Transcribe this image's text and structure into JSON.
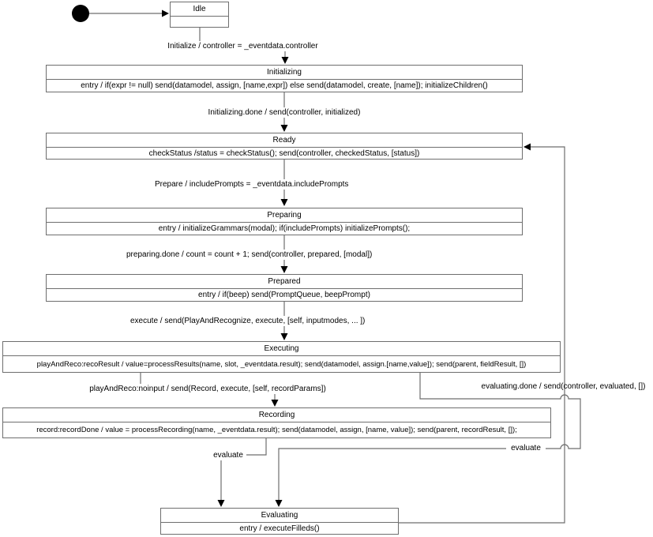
{
  "diagram_type": "uml-state-machine",
  "colors": {
    "background": "#ffffff",
    "line": "#6e6e6e",
    "arrow": "#000000",
    "text": "#000000"
  },
  "states": {
    "idle": {
      "title": "Idle",
      "body": ""
    },
    "initializing": {
      "title": "Initializing",
      "body": "entry / if(expr != null) send(datamodel, assign, [name,expr]) else send(datamodel, create, [name]); initializeChildren()"
    },
    "ready": {
      "title": "Ready",
      "body": "checkStatus /status = checkStatus(); send(controller, checkedStatus, [status])"
    },
    "preparing": {
      "title": "Preparing",
      "body": "entry / initializeGrammars(modal); if(includePrompts) initializePrompts();"
    },
    "prepared": {
      "title": "Prepared",
      "body": "entry / if(beep) send(PromptQueue, beepPrompt)"
    },
    "executing": {
      "title": "Executing",
      "body": "playAndReco:recoResult / value=processResults(name, slot, _eventdata.result); send(datamodel, assign.[name,value]); send(parent, fieldResult, [])"
    },
    "recording": {
      "title": "Recording",
      "body": "record:recordDone / value = processRecording(name, _eventdata.result); send(datamodel, assign, [name, value]); send(parent, recordResult, []);"
    },
    "evaluating": {
      "title": "Evaluating",
      "body": "entry / executeFilleds()"
    }
  },
  "transitions": {
    "initialize": "Initialize / controller = _eventdata.controller",
    "initializing_done": "Initializing.done / send(controller, initialized)",
    "prepare": "Prepare / includePrompts = _eventdata.includePrompts",
    "preparing_done": "preparing.done / count = count + 1; send(controller, prepared, [modal])",
    "execute": "execute / send(PlayAndRecognize, execute, [self, inputmodes, ... ])",
    "play_noinput": "playAndReco:noinput / send(Record, execute, [self, recordParams])",
    "evaluating_done": "evaluating.done / send(controller, evaluated, [])",
    "evaluate_left": "evaluate",
    "evaluate_right": "evaluate"
  }
}
